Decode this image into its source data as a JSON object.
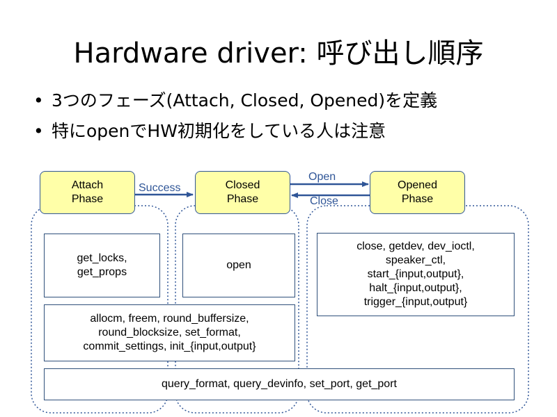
{
  "slide": {
    "title": "Hardware driver: 呼び出し順序",
    "bullets": [
      "3つのフェーズ(Attach, Closed, Opened)を定義",
      "特にopenでHW初期化をしている人は注意"
    ]
  },
  "diagram": {
    "phases": [
      {
        "label": "Attach\nPhase"
      },
      {
        "label": "Closed\nPhase"
      },
      {
        "label": "Opened\nPhase"
      }
    ],
    "transitions": {
      "success": "Success",
      "open": "Open",
      "close": "Close"
    },
    "boxes": {
      "attach_only": "get_locks,\nget_props",
      "closed_only": "open",
      "opened_only": "close, getdev, dev_ioctl,\nspeaker_ctl,\nstart_{input,output},\nhalt_{input,output},\ntrigger_{input,output}",
      "attach_closed": "allocm, freem, round_buffersize,\nround_blocksize, set_format,\ncommit_settings, init_{input,output}",
      "all_phases": "query_format, query_devinfo, set_port, get_port"
    }
  },
  "colors": {
    "phase_fill": "#ffffa8",
    "accent": "#2f5597",
    "box_border": "#2e4f7a"
  }
}
